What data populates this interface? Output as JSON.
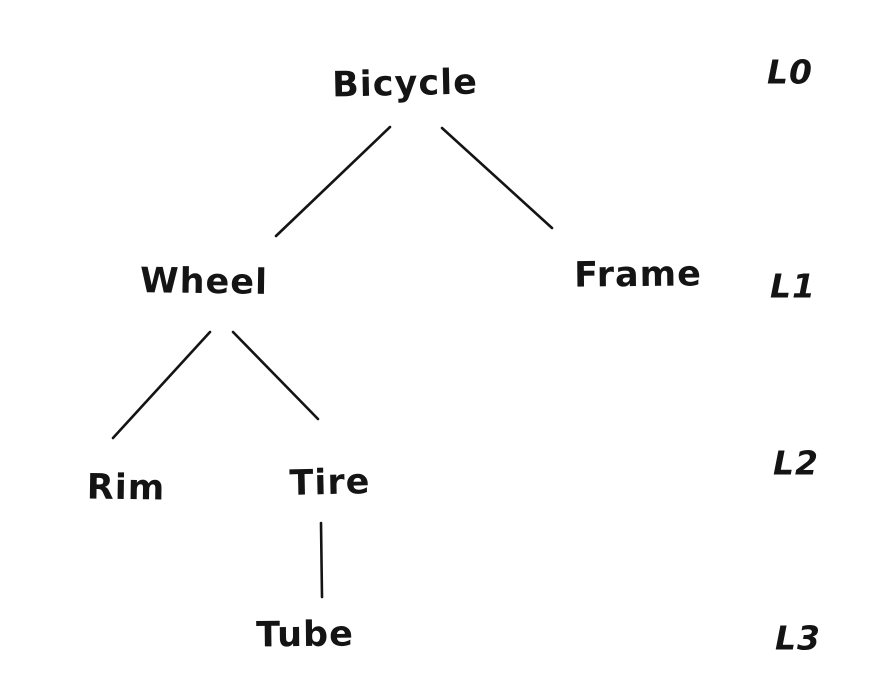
{
  "diagram": {
    "type": "tree",
    "ink_color": "#141414",
    "background_color": "#ffffff",
    "nodes": [
      {
        "id": "bicycle",
        "label": "Bicycle",
        "level": "L0",
        "parent": null
      },
      {
        "id": "wheel",
        "label": "Wheel",
        "level": "L1",
        "parent": "Bicycle"
      },
      {
        "id": "frame",
        "label": "Frame",
        "level": "L1",
        "parent": "Bicycle"
      },
      {
        "id": "rim",
        "label": "Rim",
        "level": "L2",
        "parent": "Wheel"
      },
      {
        "id": "tire",
        "label": "Tire",
        "level": "L2",
        "parent": "Wheel"
      },
      {
        "id": "tube",
        "label": "Tube",
        "level": "L3",
        "parent": "Tire"
      }
    ],
    "edges": [
      {
        "from": "Bicycle",
        "to": "Wheel"
      },
      {
        "from": "Bicycle",
        "to": "Frame"
      },
      {
        "from": "Wheel",
        "to": "Rim"
      },
      {
        "from": "Wheel",
        "to": "Tire"
      },
      {
        "from": "Tire",
        "to": "Tube"
      }
    ],
    "level_labels": [
      "L0",
      "L1",
      "L2",
      "L3"
    ]
  }
}
